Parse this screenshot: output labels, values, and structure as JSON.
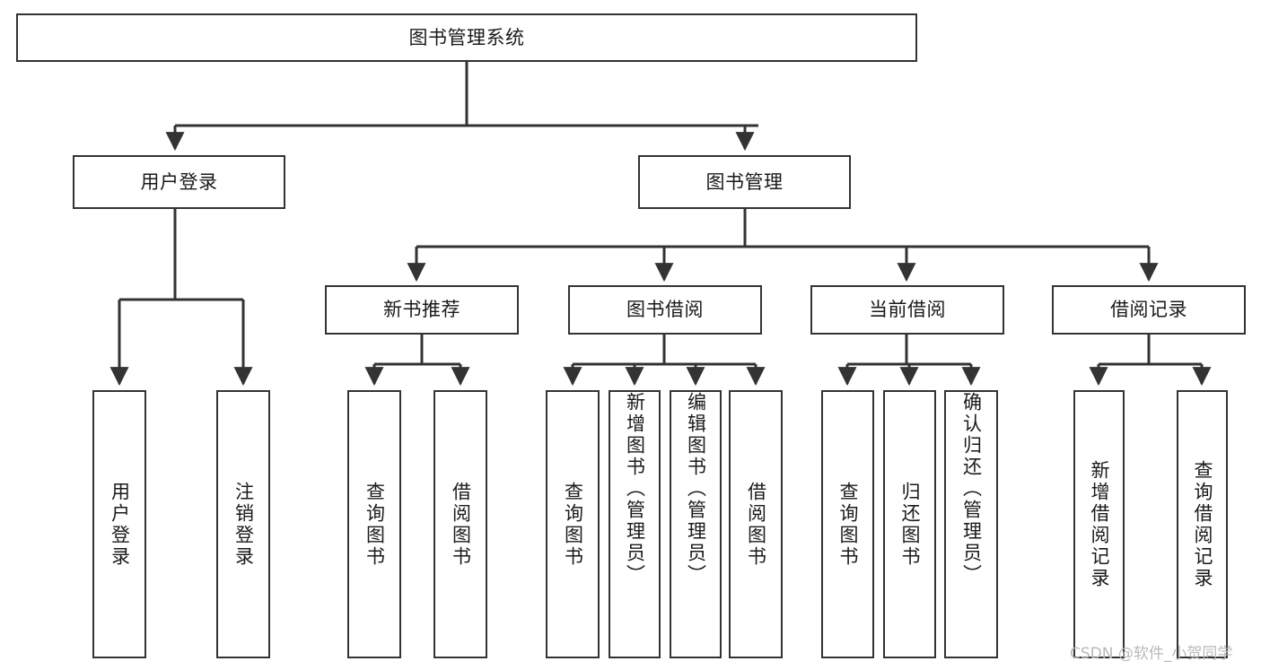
{
  "diagram": {
    "title": "图书管理系统",
    "type": "tree",
    "colors": {
      "stroke": "#333333",
      "fill": "#ffffff",
      "text": "#1a1a1a",
      "watermark": "#b9b9b9"
    },
    "nodes": {
      "root": {
        "label": "图书管理系统",
        "level": 1,
        "orientation": "horizontal"
      },
      "login": {
        "label": "用户登录",
        "level": 2,
        "orientation": "horizontal"
      },
      "book_manage": {
        "label": "图书管理",
        "level": 2,
        "orientation": "horizontal"
      },
      "new_book_rec": {
        "label": "新书推荐",
        "level": 3,
        "orientation": "horizontal"
      },
      "book_borrow": {
        "label": "图书借阅",
        "level": 3,
        "orientation": "horizontal"
      },
      "current_borrow": {
        "label": "当前借阅",
        "level": 3,
        "orientation": "horizontal"
      },
      "borrow_record": {
        "label": "借阅记录",
        "level": 3,
        "orientation": "horizontal"
      },
      "leaf_user_login": {
        "label": "用户登录",
        "level": 4,
        "orientation": "vertical"
      },
      "leaf_logout": {
        "label": "注销登录",
        "level": 4,
        "orientation": "vertical"
      },
      "leaf_query_book_1": {
        "label": "查询图书",
        "level": 4,
        "orientation": "vertical"
      },
      "leaf_borrow_book_1": {
        "label": "借阅图书",
        "level": 4,
        "orientation": "vertical"
      },
      "leaf_query_book_2": {
        "label": "查询图书",
        "level": 4,
        "orientation": "vertical"
      },
      "leaf_add_book": {
        "label": "新增图书（管理员）",
        "level": 4,
        "orientation": "vertical"
      },
      "leaf_edit_book": {
        "label": "编辑图书（管理员）",
        "level": 4,
        "orientation": "vertical"
      },
      "leaf_borrow_book_2": {
        "label": "借阅图书",
        "level": 4,
        "orientation": "vertical"
      },
      "leaf_query_book_3": {
        "label": "查询图书",
        "level": 4,
        "orientation": "vertical"
      },
      "leaf_return_book": {
        "label": "归还图书",
        "level": 4,
        "orientation": "vertical"
      },
      "leaf_confirm_return": {
        "label": "确认归还（管理员）",
        "level": 4,
        "orientation": "vertical"
      },
      "leaf_add_record": {
        "label": "新增借阅记录",
        "level": 4,
        "orientation": "vertical"
      },
      "leaf_query_record": {
        "label": "查询借阅记录",
        "level": 4,
        "orientation": "vertical"
      }
    },
    "edges": [
      {
        "from": "root",
        "to": "login"
      },
      {
        "from": "root",
        "to": "book_manage"
      },
      {
        "from": "login",
        "to": "leaf_user_login"
      },
      {
        "from": "login",
        "to": "leaf_logout"
      },
      {
        "from": "book_manage",
        "to": "new_book_rec"
      },
      {
        "from": "book_manage",
        "to": "book_borrow"
      },
      {
        "from": "book_manage",
        "to": "current_borrow"
      },
      {
        "from": "book_manage",
        "to": "borrow_record"
      },
      {
        "from": "new_book_rec",
        "to": "leaf_query_book_1"
      },
      {
        "from": "new_book_rec",
        "to": "leaf_borrow_book_1"
      },
      {
        "from": "book_borrow",
        "to": "leaf_query_book_2"
      },
      {
        "from": "book_borrow",
        "to": "leaf_add_book"
      },
      {
        "from": "book_borrow",
        "to": "leaf_edit_book"
      },
      {
        "from": "book_borrow",
        "to": "leaf_borrow_book_2"
      },
      {
        "from": "current_borrow",
        "to": "leaf_query_book_3"
      },
      {
        "from": "current_borrow",
        "to": "leaf_return_book"
      },
      {
        "from": "current_borrow",
        "to": "leaf_confirm_return"
      },
      {
        "from": "borrow_record",
        "to": "leaf_add_record"
      },
      {
        "from": "borrow_record",
        "to": "leaf_query_record"
      }
    ]
  },
  "watermark": {
    "text": "CSDN @软件_小贺同学"
  }
}
